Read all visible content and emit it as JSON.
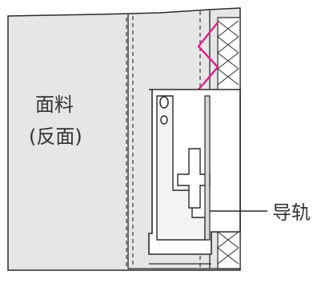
{
  "labels": {
    "fabric_line1": "面料",
    "fabric_line2": "(反面)",
    "guide": "导轨"
  },
  "colors": {
    "fabric_fill": "#e6e6e6",
    "outline": "#2a2a2a",
    "stitch": "#e0208c",
    "text": "#333333",
    "background": "#ffffff"
  }
}
